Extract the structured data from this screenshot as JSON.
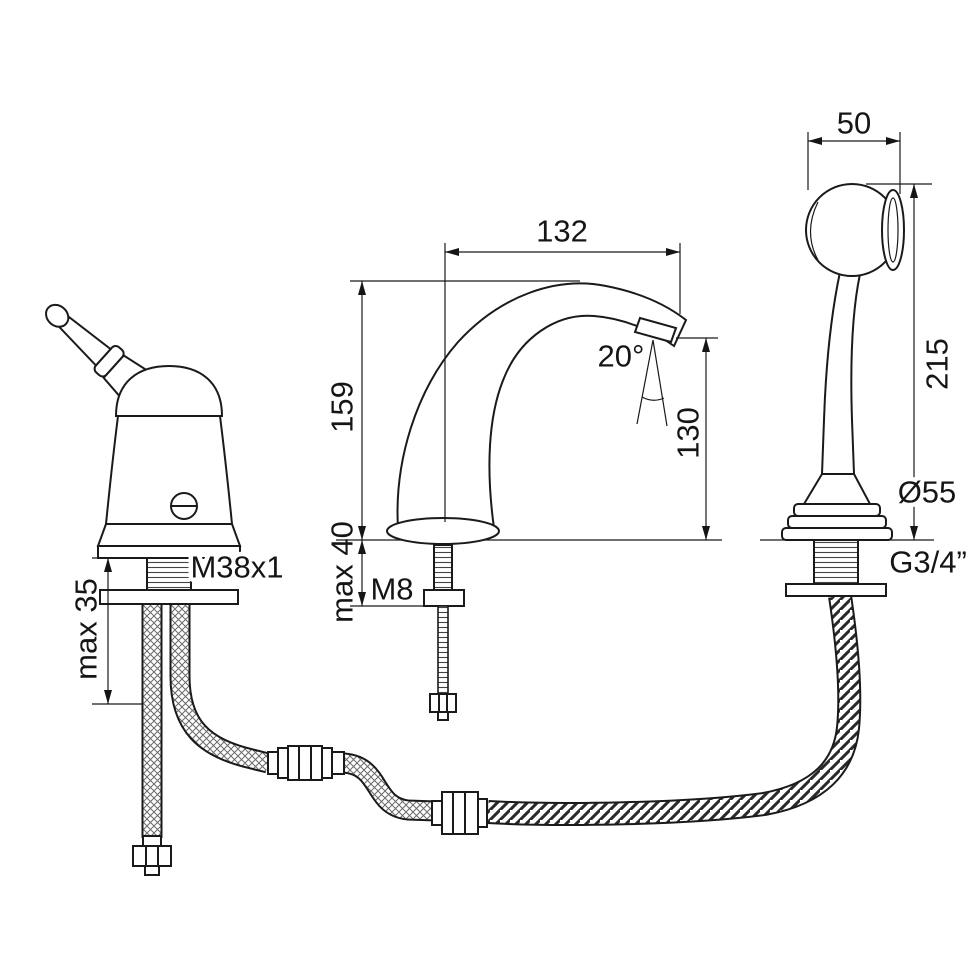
{
  "drawing": {
    "background": "#ffffff",
    "ink": "#1a1a1a"
  },
  "labels": {
    "handshower_width": "50",
    "spout_reach": "132",
    "spout_angle": "20°",
    "spout_height": "159",
    "outlet_height": "130",
    "handshower_height": "215",
    "spout_max_deck": "max 40",
    "spout_fixing_thread": "M8",
    "valve_fixing_thread": "M38x1",
    "valve_max_deck": "max 35",
    "handshower_base_diameter": "Ø55",
    "handshower_hose_thread": "G3/4”"
  }
}
